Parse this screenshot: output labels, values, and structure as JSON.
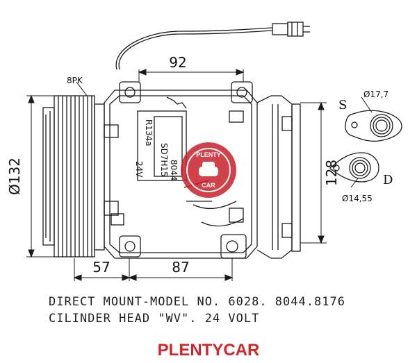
{
  "drawing": {
    "label_belt": "8PK",
    "dim_width": "92",
    "dim_diameter": "Ø132",
    "dim_height": "128",
    "dim_left": "57",
    "dim_right": "87",
    "port_s_label": "S",
    "port_s_diameter": "Ø17,7",
    "port_d_label": "D",
    "port_d_diameter": "Ø14,55",
    "label_refrigerant": "R134a",
    "label_voltage": "24V",
    "label_model": "SD7H15",
    "label_number": "8044",
    "watermark_top": "PLENTY",
    "watermark_bottom": "CAR"
  },
  "caption": {
    "line1": "DIRECT MOUNT-MODEL NO. 6028. 8044.8176",
    "line2": "CILINDER HEAD \"WV\". 24 VOLT"
  },
  "brand": {
    "name": "PLENTYCAR",
    "color": "#d2262b"
  },
  "colors": {
    "line": "#1a1a1a",
    "watermark": "#c8202a"
  }
}
